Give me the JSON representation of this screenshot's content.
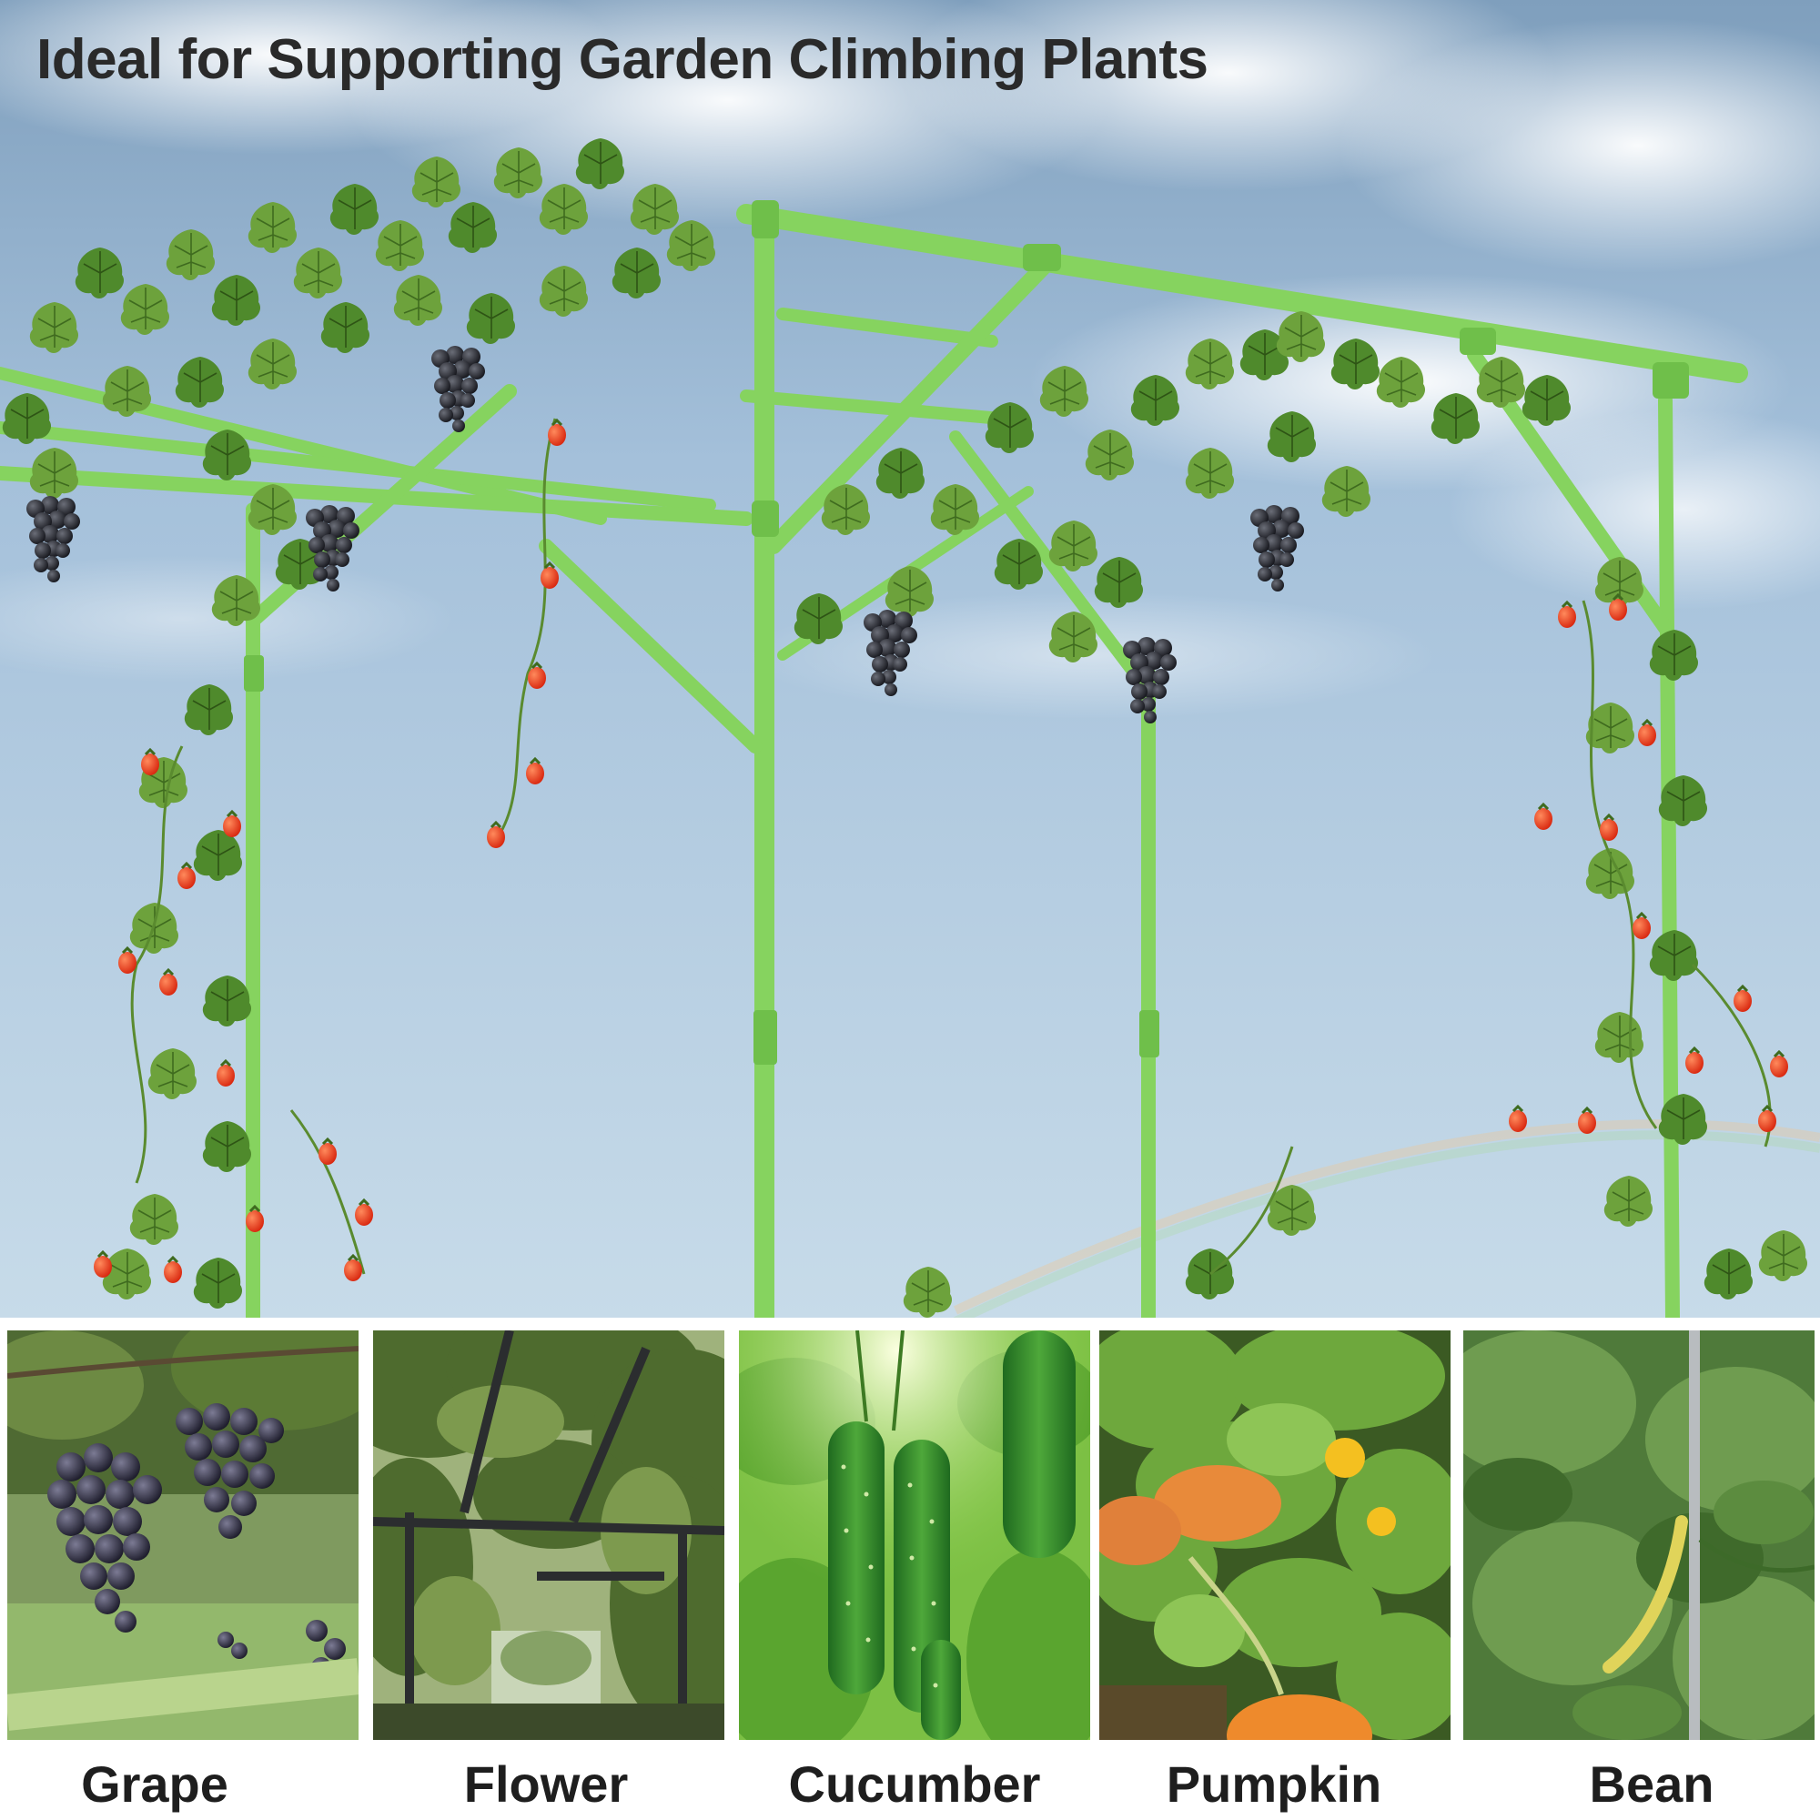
{
  "headline": "Ideal for Supporting Garden Climbing Plants",
  "hero_image": "green-metal-pergola-trellis-with-grape-vines-and-red-fruits-under-cloudy-sky",
  "categories": [
    {
      "label": "Grape",
      "image": "grape-clusters-photo"
    },
    {
      "label": "Flower",
      "image": "vine-covered-pergola-photo"
    },
    {
      "label": "Cucumber",
      "image": "hanging-cucumbers-photo"
    },
    {
      "label": "Pumpkin",
      "image": "pumpkin-plant-with-flower-photo"
    },
    {
      "label": "Bean",
      "image": "climbing-bean-photo"
    }
  ],
  "colors": {
    "frame": "#86d35f",
    "sky": "#a9c6de",
    "text": "#1e1e1e"
  }
}
